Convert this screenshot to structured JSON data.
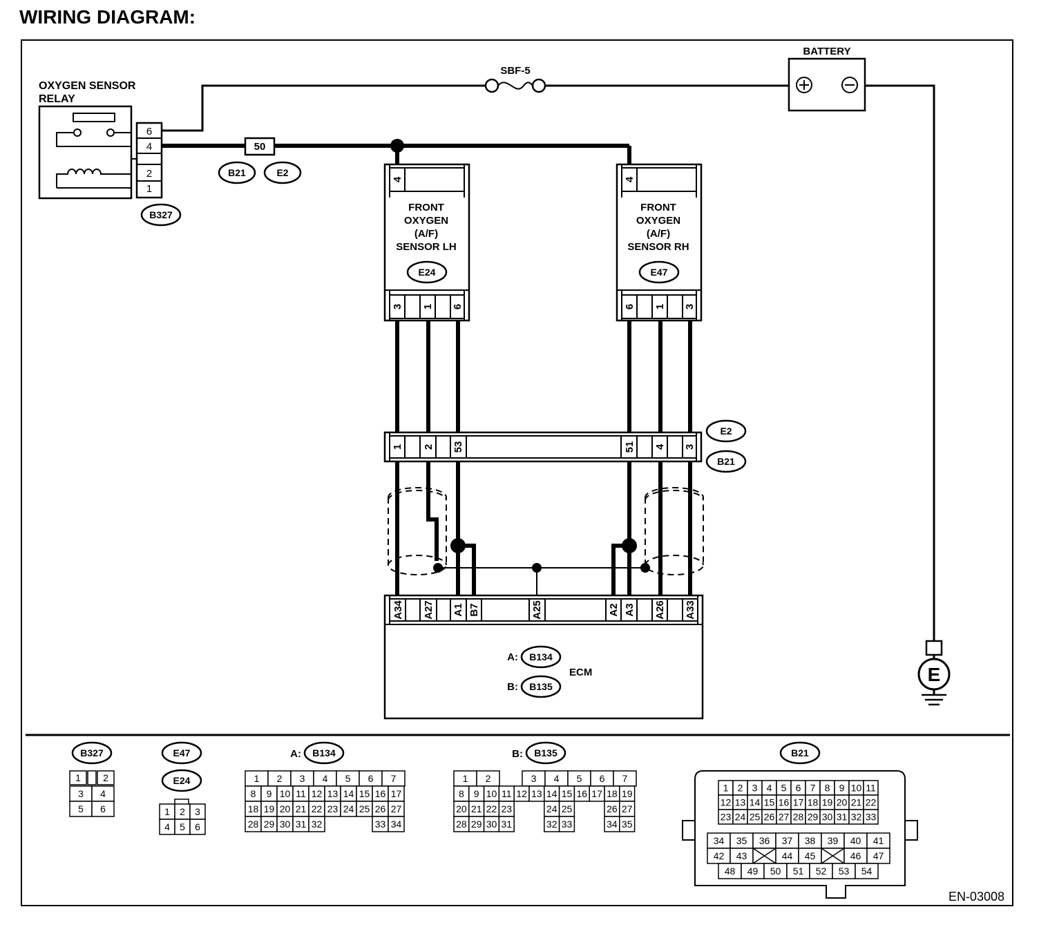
{
  "title": "WIRING DIAGRAM:",
  "doc_code": "EN-03008",
  "relay": {
    "label_line1": "OXYGEN SENSOR",
    "label_line2": "RELAY",
    "pins": [
      "6",
      "4",
      "2",
      "1"
    ],
    "connector": "B327"
  },
  "fuse": {
    "label": "SBF-5"
  },
  "battery": {
    "label": "BATTERY",
    "plus": "+",
    "minus": "−"
  },
  "inline_fuse": {
    "label": "50",
    "connectors": [
      "B21",
      "E2"
    ]
  },
  "sensor_lh": {
    "top_pin": "4",
    "lines": [
      "FRONT",
      "OXYGEN",
      "(A/F)",
      "SENSOR LH"
    ],
    "connector": "E24",
    "bottom_pins": [
      "3",
      "1",
      "6"
    ]
  },
  "sensor_rh": {
    "top_pin": "4",
    "lines": [
      "FRONT",
      "OXYGEN",
      "(A/F)",
      "SENSOR RH"
    ],
    "connector": "E47",
    "bottom_pins": [
      "6",
      "1",
      "3"
    ]
  },
  "joint_connector": {
    "pins": [
      "1",
      "2",
      "53",
      "51",
      "4",
      "3"
    ],
    "connectors": [
      "E2",
      "B21"
    ]
  },
  "ecm": {
    "label": "ECM",
    "pins": [
      "A34",
      "A27",
      "A1",
      "B7",
      "A25",
      "A2",
      "A3",
      "A26",
      "A33"
    ],
    "conn_a_prefix": "A:",
    "conn_a": "B134",
    "conn_b_prefix": "B:",
    "conn_b": "B135"
  },
  "ground": {
    "label": "E"
  },
  "legend": {
    "b327": {
      "name": "B327",
      "rows": [
        [
          "1",
          "",
          "2"
        ],
        [
          "3",
          "4"
        ],
        [
          "5",
          "6"
        ]
      ]
    },
    "e47_e24": {
      "names": [
        "E47",
        "E24"
      ],
      "rows": [
        [
          "1",
          "2",
          "3"
        ],
        [
          "4",
          "5",
          "6"
        ]
      ]
    },
    "b134": {
      "prefix": "A:",
      "name": "B134",
      "row1": [
        "1",
        "2",
        "3",
        "4",
        "5",
        "6",
        "7"
      ],
      "rows": [
        [
          "8",
          "9",
          "10",
          "11",
          "12",
          "13",
          "14",
          "15",
          "16",
          "17"
        ],
        [
          "18",
          "19",
          "20",
          "21",
          "22",
          "23",
          "24",
          "25",
          "26",
          "27"
        ],
        [
          "28",
          "29",
          "30",
          "31",
          "32",
          "",
          "",
          "",
          "33",
          "34"
        ]
      ]
    },
    "b135": {
      "prefix": "B:",
      "name": "B135",
      "row1": [
        "1",
        "2",
        "",
        "3",
        "4",
        "5",
        "6",
        "7"
      ],
      "rows": [
        [
          "8",
          "9",
          "10",
          "11",
          "12",
          "13",
          "14",
          "15",
          "16",
          "17",
          "18",
          "19"
        ],
        [
          "20",
          "21",
          "22",
          "23",
          "",
          "",
          "24",
          "25",
          "",
          "",
          "26",
          "27"
        ],
        [
          "28",
          "29",
          "30",
          "31",
          "",
          "",
          "32",
          "33",
          "",
          "",
          "34",
          "35"
        ]
      ]
    },
    "b21": {
      "name": "B21",
      "upper": [
        [
          "1",
          "2",
          "3",
          "4",
          "5",
          "6",
          "7",
          "8",
          "9",
          "10",
          "11"
        ],
        [
          "12",
          "13",
          "14",
          "15",
          "16",
          "17",
          "18",
          "19",
          "20",
          "21",
          "22"
        ],
        [
          "23",
          "24",
          "25",
          "26",
          "27",
          "28",
          "29",
          "30",
          "31",
          "32",
          "33"
        ]
      ],
      "lower": [
        [
          "34",
          "35",
          "36",
          "37",
          "38",
          "39",
          "40",
          "41"
        ],
        [
          "42",
          "43",
          "X",
          "44",
          "45",
          "X",
          "46",
          "47"
        ],
        [
          "48",
          "49",
          "50",
          "51",
          "52",
          "53",
          "54"
        ]
      ]
    }
  }
}
